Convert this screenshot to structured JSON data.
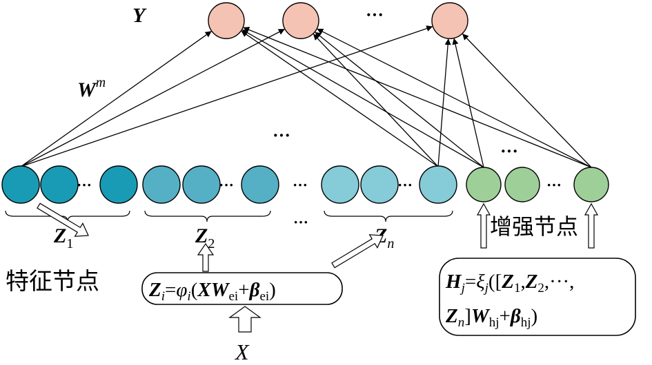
{
  "output_label": "Y",
  "weight_label": "W",
  "weight_sup": "m",
  "ellipsis": "···",
  "feature_nodes_label": "特征节点",
  "enhance_nodes_label": "增强节点",
  "input_label": "X",
  "groups": [
    {
      "letter": "Z",
      "sub": "1"
    },
    {
      "letter": "Z",
      "sub": "2"
    },
    {
      "letter": "Z",
      "sub": "n"
    }
  ],
  "feature_formula": {
    "z": "Z",
    "z_sub": "i",
    "eq": "=",
    "phi": "φ",
    "phi_sub": "i",
    "open": "(",
    "x": "X",
    "w": "W",
    "w_sub": "ei",
    "plus": "+",
    "beta": "β",
    "beta_sub": "ei",
    "close": ")"
  },
  "enhance_formula": {
    "h": "H",
    "h_sub": "j",
    "eq": "=",
    "xi": "ξ",
    "xi_sub": "j",
    "open": "([",
    "z1": "Z",
    "z1_sub": "1",
    "comma1": ",",
    "z2": "Z",
    "z2_sub": "2",
    "comma2": ",···,",
    "zn": "Z",
    "zn_sub": "n",
    "bracket": "]",
    "w": "W",
    "w_sub": "hj",
    "plus": "+",
    "beta": "β",
    "beta_sub": "hj",
    "close": ")"
  },
  "colors": {
    "output": "#f4c3b3",
    "z1": "#1a9bb5",
    "z2": "#55b0c5",
    "zn": "#85cbd8",
    "enhance": "#9ecf99"
  }
}
